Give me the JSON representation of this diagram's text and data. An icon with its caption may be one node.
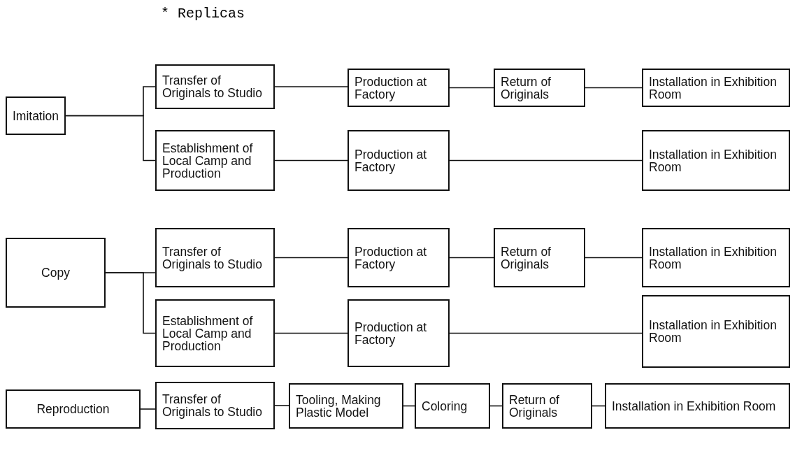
{
  "diagram": {
    "title": "* Replicas",
    "nodes": [
      {
        "text": [
          "Imitation"
        ]
      },
      {
        "text": [
          "Transfer of Originals to Studio"
        ]
      },
      {
        "text": [
          "Production at Factory"
        ]
      },
      {
        "text": [
          "Return of Originals"
        ]
      },
      {
        "text": [
          "Installation in Exhibition Room"
        ]
      },
      {
        "text": [
          "Establishment of Local Camp and Production"
        ]
      },
      {
        "text": [
          "Production at Factory"
        ]
      },
      {
        "text": [
          "Installation in Exhibition Room"
        ]
      },
      {
        "text": [
          "Copy"
        ]
      },
      {
        "text": [
          "Transfer of Originals to Studio"
        ]
      },
      {
        "text": [
          "Production at Factory"
        ]
      },
      {
        "text": [
          "Return of Originals"
        ]
      },
      {
        "text": [
          "Installation in Exhibition Room"
        ]
      },
      {
        "text": [
          "Establishment of Local Camp and Production"
        ]
      },
      {
        "text": [
          "Production at Factory"
        ]
      },
      {
        "text": [
          "Installation in Exhibition Room"
        ]
      },
      {
        "text": [
          "Reproduction"
        ]
      },
      {
        "text": [
          "Transfer of Originals to Studio"
        ]
      },
      {
        "text": [
          "Tooling, Making Plastic Model"
        ]
      },
      {
        "text": [
          "Coloring"
        ]
      },
      {
        "text": [
          "Return of Originals"
        ]
      },
      {
        "text": [
          "Installation in Exhibition Room"
        ]
      }
    ],
    "edges": [
      {
        "from": 0,
        "to": 1,
        "arrow": "none"
      },
      {
        "from": 0,
        "to": 5,
        "arrow": "none"
      },
      {
        "from": 1,
        "to": 2,
        "arrow": "none"
      },
      {
        "from": 2,
        "to": 3,
        "arrow": "none"
      },
      {
        "from": 3,
        "to": 4,
        "arrow": "none"
      },
      {
        "from": 5,
        "to": 6,
        "arrow": "none"
      },
      {
        "from": 6,
        "to": 7,
        "arrow": "none"
      },
      {
        "from": 8,
        "to": 9,
        "arrow": "none"
      },
      {
        "from": 8,
        "to": 13,
        "arrow": "none"
      },
      {
        "from": 9,
        "to": 10,
        "arrow": "none"
      },
      {
        "from": 10,
        "to": 11,
        "arrow": "none"
      },
      {
        "from": 11,
        "to": 12,
        "arrow": "none"
      },
      {
        "from": 13,
        "to": 14,
        "arrow": "none"
      },
      {
        "from": 14,
        "to": 15,
        "arrow": "none"
      },
      {
        "from": 16,
        "to": 17,
        "arrow": "none"
      },
      {
        "from": 17,
        "to": 18,
        "arrow": "none"
      },
      {
        "from": 18,
        "to": 19,
        "arrow": "none"
      },
      {
        "from": 19,
        "to": 20,
        "arrow": "none"
      },
      {
        "from": 20,
        "to": 21,
        "arrow": "none"
      }
    ]
  }
}
